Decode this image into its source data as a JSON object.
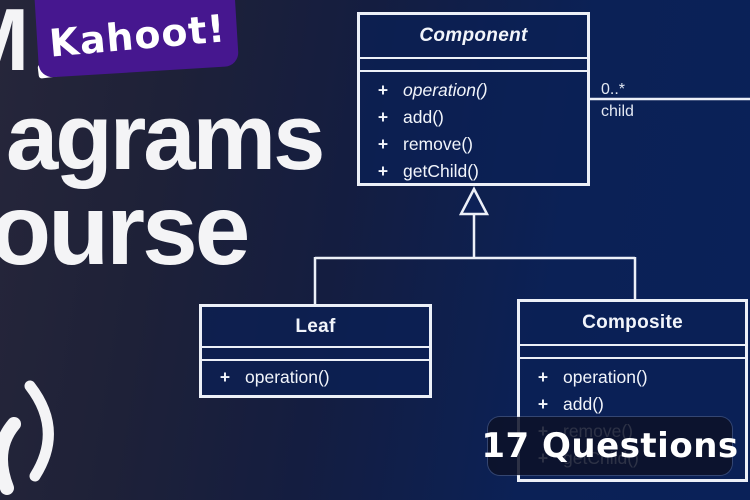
{
  "colors": {
    "background_left": "#26263a",
    "background_right": "#0a2158",
    "kahoot_purple": "#46178F",
    "line_white": "#ecf0f8",
    "badge_bg": "rgba(13,18,40,0.86)",
    "text_white": "#ffffff"
  },
  "logo": {
    "text": "Kahoot!"
  },
  "headline": {
    "letter_fragment": "M",
    "line1_fragment": "agrams",
    "line2_fragment": "ourse"
  },
  "diagram": {
    "classes": [
      {
        "title": "Component",
        "methods": [
          {
            "vis": "+",
            "name": "operation()"
          },
          {
            "vis": "+",
            "name": "add()"
          },
          {
            "vis": "+",
            "name": "remove()"
          },
          {
            "vis": "+",
            "name": "getChild()"
          }
        ]
      },
      {
        "title": "Leaf",
        "methods": [
          {
            "vis": "+",
            "name": "operation()"
          }
        ]
      },
      {
        "title": "Composite",
        "methods": [
          {
            "vis": "+",
            "name": "operation()"
          },
          {
            "vis": "+",
            "name": "add()"
          },
          {
            "vis": "+",
            "name": "remove()"
          },
          {
            "vis": "+",
            "name": "getChild()"
          }
        ]
      }
    ],
    "association": {
      "multiplicity": "0..*",
      "role": "child"
    }
  },
  "badge": {
    "label": "17 Questions"
  }
}
